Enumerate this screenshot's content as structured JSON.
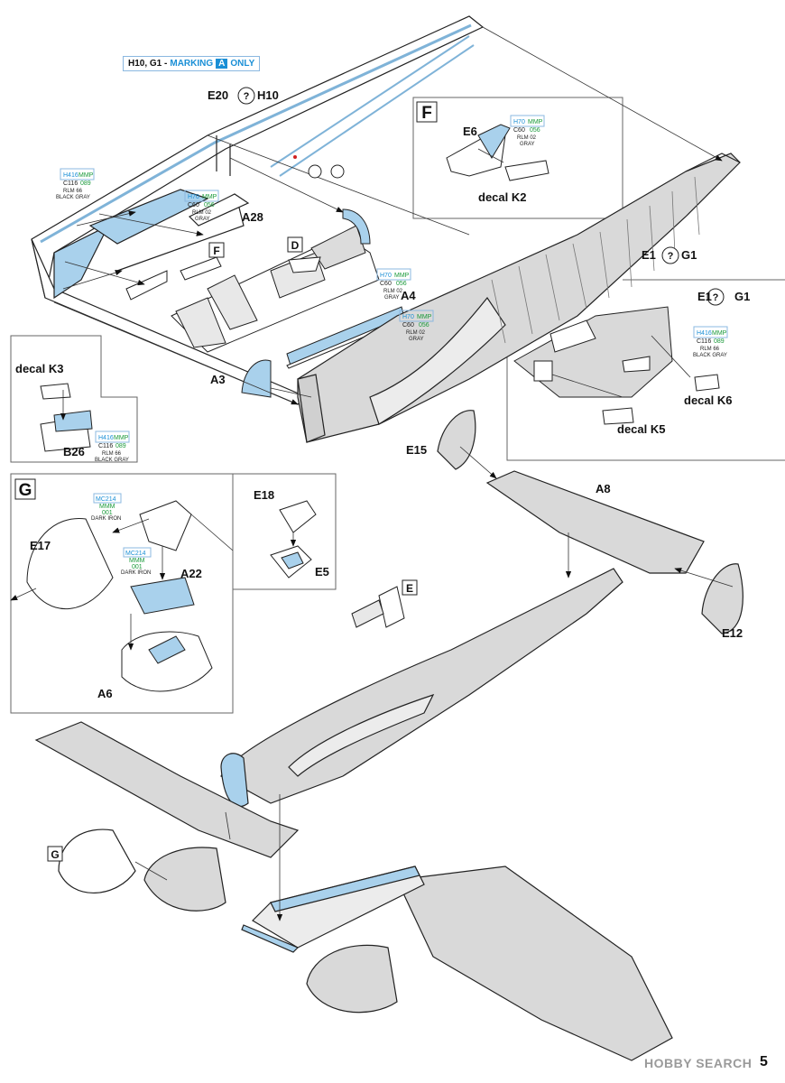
{
  "header": {
    "prefix": "H10, G1 - ",
    "marking": "MARKING",
    "marking_code": "A",
    "only": "ONLY"
  },
  "labels": {
    "e20": "E20",
    "h10": "H10",
    "a28": "A28",
    "a4": "A4",
    "a3": "A3",
    "e1": "E1",
    "g1": "G1",
    "e1_inset": "E1",
    "g1_inset": "G1",
    "decal_k6": "decal K6",
    "decal_k5": "decal K5",
    "decal_k3": "decal K3",
    "b26": "B26",
    "e6": "E6",
    "decal_k2": "decal K2",
    "e15": "E15",
    "a8": "A8",
    "e12": "E12",
    "e17": "E17",
    "a22": "A22",
    "a6": "A6",
    "e18": "E18",
    "e5": "E5"
  },
  "section_markers": {
    "f_box": "F",
    "f_small": "F",
    "d_small": "D",
    "g_box": "G",
    "e_small": "E",
    "g_small": "G"
  },
  "paint_chips": {
    "h416": {
      "top_left": "H416",
      "top_right": "MMP",
      "mid_left": "C116",
      "mid_right": "089",
      "line1": "RLM 66",
      "line2": "BLACK GRAY"
    },
    "h70": {
      "top_left": "H70",
      "top_right": "MMP",
      "mid_left": "C60",
      "mid_right": "056",
      "line1": "RLM 02",
      "line2": "GRAY"
    },
    "mc214": {
      "top": "MC214",
      "mid": "MMM",
      "num": "001",
      "line": "DARK IRON"
    }
  },
  "watermark": {
    "text": "HOBBY SEARCH"
  },
  "page_number": "5",
  "colors": {
    "accent_blue": "#a9d1ec",
    "line": "#222222",
    "gray_fill": "#d9d9d9",
    "brand_blue": "#1a8fd6"
  }
}
